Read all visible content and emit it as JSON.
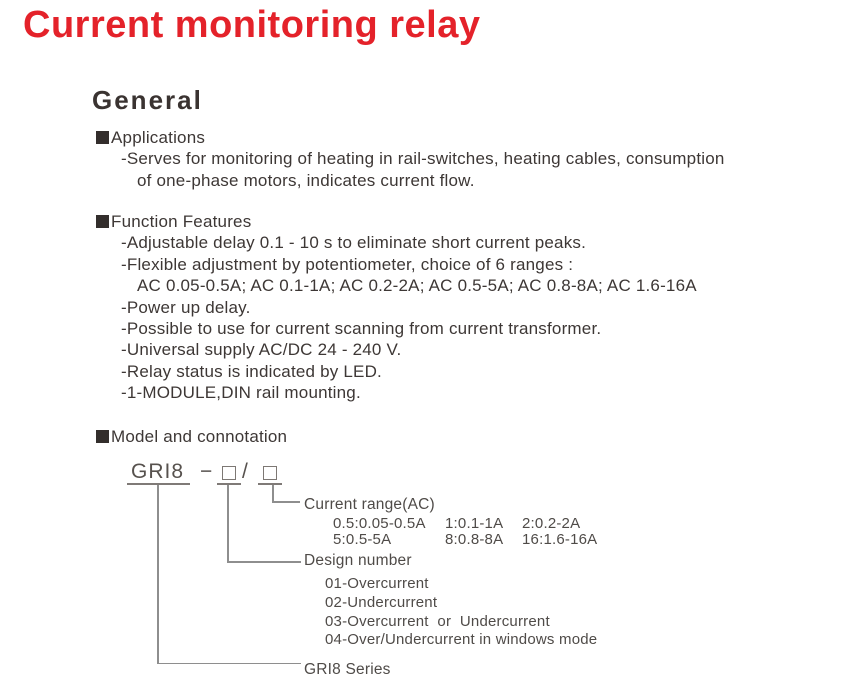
{
  "page": {
    "title": "Current monitoring relay",
    "general_heading": "General"
  },
  "applications": {
    "heading": "Applications",
    "lines": [
      "-Serves for monitoring of heating in rail-switches, heating cables, consumption",
      "of one-phase motors, indicates current flow."
    ]
  },
  "features": {
    "heading": "Function Features",
    "lines": [
      "-Adjustable delay 0.1 - 10 s to eliminate short current peaks.",
      "-Flexible adjustment by potentiometer, choice of 6 ranges :",
      "AC 0.05-0.5A; AC 0.1-1A; AC 0.2-2A; AC 0.5-5A; AC 0.8-8A; AC 1.6-16A",
      "-Power up delay.",
      "-Possible to use for current scanning from current transformer.",
      "-Universal supply AC/DC 24 - 240 V.",
      "-Relay status is indicated by LED.",
      "-1-MODULE,DIN rail mounting."
    ]
  },
  "model": {
    "heading": "Model and connotation",
    "series_code": "GRI8",
    "dash": "−",
    "slash": "/",
    "current_range": {
      "label": "Current range(AC)",
      "rows": [
        [
          "0.5:0.05-0.5A",
          "1:0.1-1A",
          "2:0.2-2A"
        ],
        [
          "5:0.5-5A",
          "8:0.8-8A",
          "16:1.6-16A"
        ]
      ]
    },
    "design_number": {
      "label": "Design number",
      "options": [
        "01-Overcurrent",
        "02-Undercurrent",
        "03-Overcurrent  or  Undercurrent",
        "04-Over/Undercurrent in windows mode"
      ]
    },
    "series_label": "GRI8 Series"
  },
  "colors": {
    "title_red": "#e4222a",
    "body_text": "#3d3735",
    "diagram_text": "#4f4b48",
    "diagram_line": "#8e8e8e"
  }
}
